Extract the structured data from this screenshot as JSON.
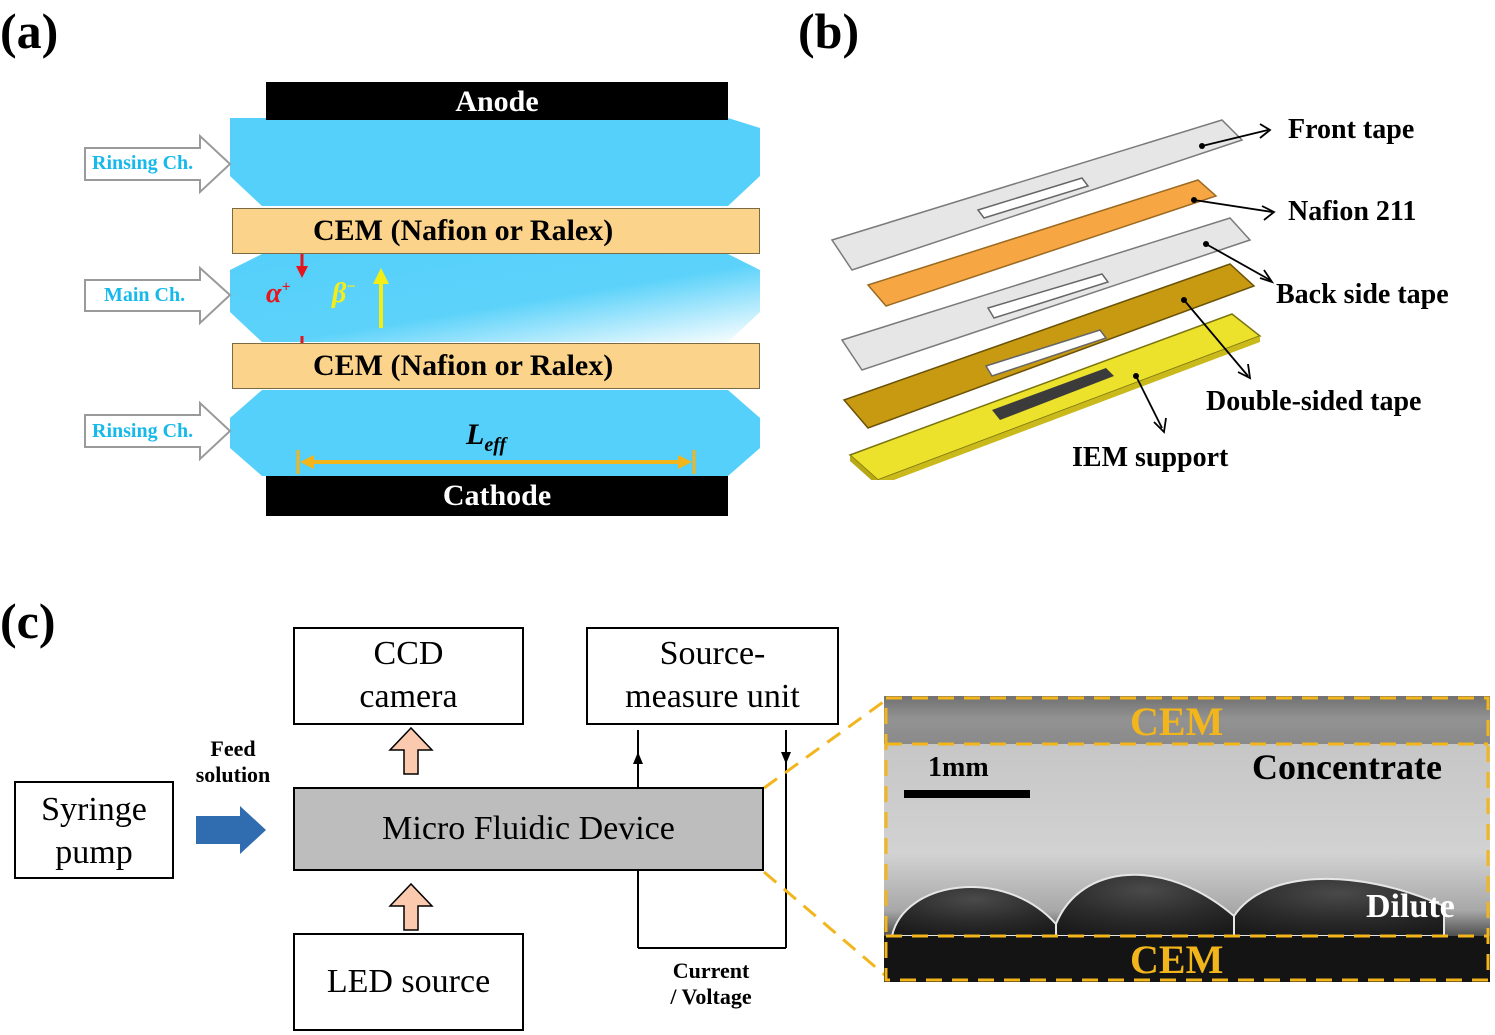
{
  "panels": {
    "a": "(a)",
    "b": "(b)",
    "c": "(c)"
  },
  "panel_a": {
    "anode": "Anode",
    "cathode": "Cathode",
    "cem_top": "CEM (Nafion or Ralex)",
    "cem_bottom": "CEM (Nafion or Ralex)",
    "rinsing_top": "Rinsing Ch.",
    "main": "Main Ch.",
    "rinsing_bottom": "Rinsing Ch.",
    "alpha": "α",
    "alpha_sup": "+",
    "beta": "β",
    "beta_sup": "−",
    "leff": "L",
    "leff_sub": "eff",
    "colors": {
      "channel": "#55d0fa",
      "cem": "#fbd38b",
      "alpha": "#e8141c",
      "beta": "#f5ee14",
      "bracket": "#f2b51c"
    }
  },
  "panel_b": {
    "layers": [
      "Front tape",
      "Nafion 211",
      "Back side tape",
      "Double-sided tape",
      "IEM support"
    ]
  },
  "panel_c": {
    "syringe": [
      "Syringe",
      "pump"
    ],
    "feed": [
      "Feed",
      "solution"
    ],
    "ccd": [
      "CCD",
      "camera"
    ],
    "source": [
      "Source-",
      "measure unit"
    ],
    "device": "Micro Fluidic Device",
    "led": "LED source",
    "current": [
      "Current",
      "/ Voltage"
    ],
    "image": {
      "cem_top": "CEM",
      "cem_bottom": "CEM",
      "scale": "1mm",
      "concentrate": "Concentrate",
      "dilute": "Dilute"
    }
  }
}
